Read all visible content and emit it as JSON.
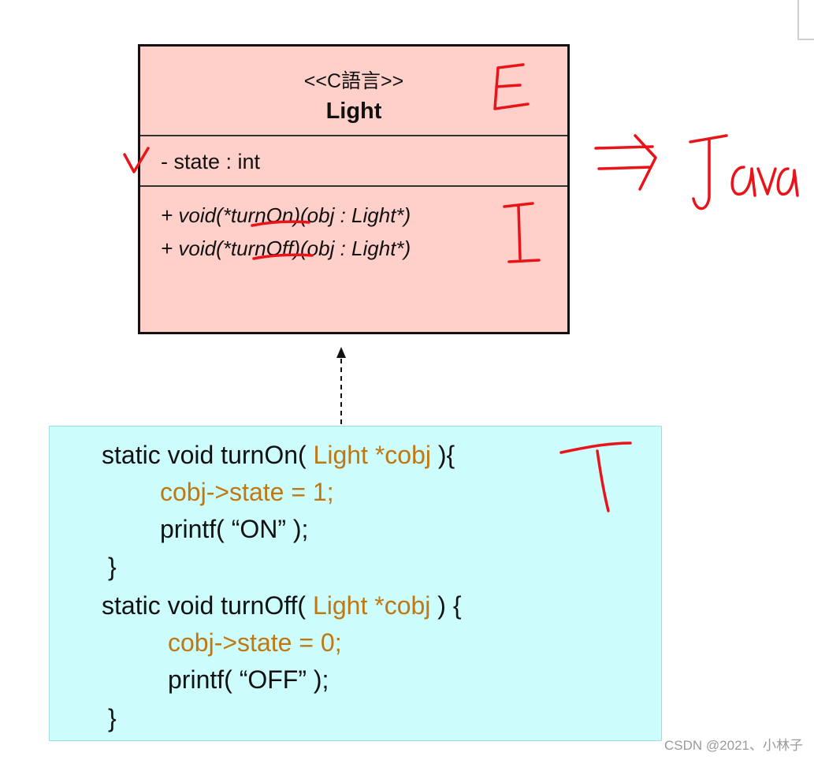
{
  "uml_class": {
    "stereotype": "<<C語言>>",
    "name": "Light",
    "attributes": [
      "- state : int"
    ],
    "operations": [
      "+ void(*turnOn)(obj : Light*)",
      "+ void(*turnOff)(obj : Light*)"
    ]
  },
  "code": {
    "line1_kw": "static void turnOn( ",
    "line1_type": "Light *cobj ",
    "line1_end": "){",
    "line2": "cobj->state = 1;",
    "line3": "printf( “ON” );",
    "line4": "}",
    "line5_kw": "static void turnOff( ",
    "line5_type": "Light *cobj ",
    "line5_end": ") {",
    "line6": "cobj->state = 0;",
    "line7": "printf( “OFF” );",
    "line8": "}"
  },
  "annotations": {
    "letter_e": "E",
    "letter_i": "I",
    "letter_t": "T",
    "java_text": "Java",
    "arrow_symbol": "⇒",
    "check_mark": "✓"
  },
  "colors": {
    "class_fill": "#ffd0ca",
    "code_fill": "#ccfcfc",
    "code_type": "#c07812",
    "annotation": "#e8141a"
  },
  "watermark": "CSDN @2021、小林子"
}
